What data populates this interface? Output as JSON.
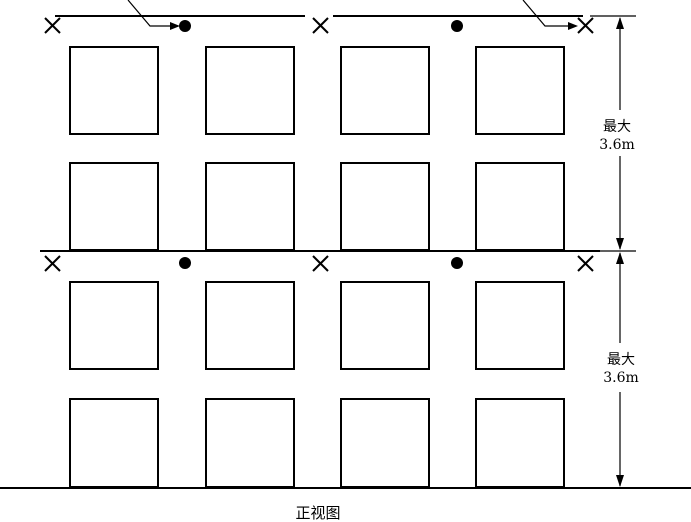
{
  "caption": "正视图",
  "dimensions": [
    {
      "label_top": "最大",
      "label_bottom": "3.6m"
    },
    {
      "label_top": "最大",
      "label_bottom": "3.6m"
    }
  ],
  "rack": {
    "levels": 2,
    "columns": 4,
    "rows_per_level": 2
  }
}
